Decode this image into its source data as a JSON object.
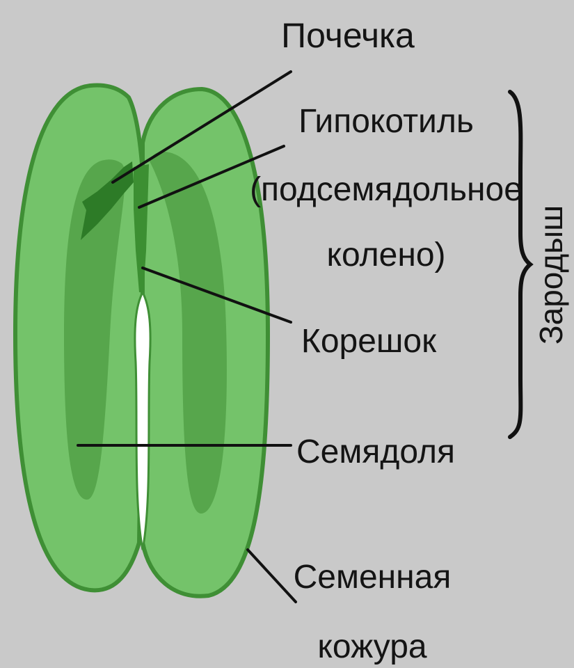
{
  "labels": {
    "plumule": "Почечка",
    "hypocotyl_line1": "Гипокотиль",
    "hypocotyl_line2": "(подсемядольное",
    "hypocotyl_line3": "колено)",
    "radicle": "Корешок",
    "cotyledon": "Семядоля",
    "seed_coat_line1": "Семенная",
    "seed_coat_line2": "кожура",
    "embryo": "Зародыш"
  },
  "colors": {
    "background": "#c9c9c9",
    "seed_coat_fill": "#74c36a",
    "outline": "#3f8f35",
    "cotyledon_fill": "#57a64c",
    "embryo_axis": "#3c8f32",
    "plumule": "#2d7b27",
    "leader_lines": "#111111",
    "text": "#141414"
  }
}
